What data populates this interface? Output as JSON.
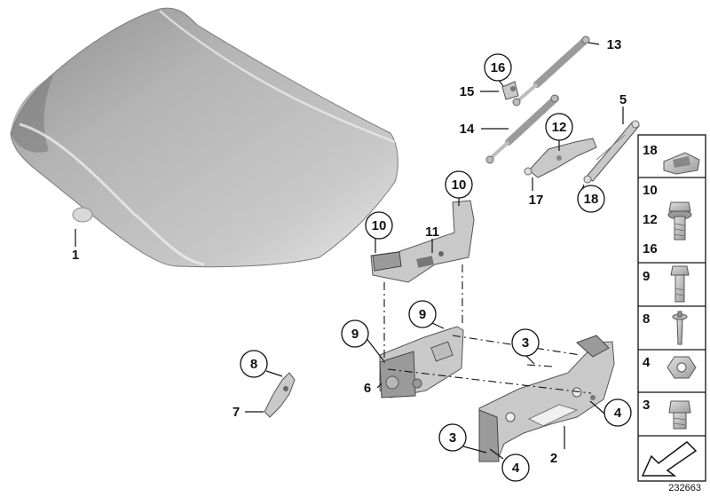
{
  "callouts": [
    {
      "id": "c1",
      "text": "1",
      "circled": false
    },
    {
      "id": "c2",
      "text": "2",
      "circled": false
    },
    {
      "id": "c3a",
      "text": "3",
      "circled": true
    },
    {
      "id": "c3b",
      "text": "3",
      "circled": true
    },
    {
      "id": "c4a",
      "text": "4",
      "circled": true
    },
    {
      "id": "c4b",
      "text": "4",
      "circled": true
    },
    {
      "id": "c5",
      "text": "5",
      "circled": false
    },
    {
      "id": "c6",
      "text": "6",
      "circled": false
    },
    {
      "id": "c7",
      "text": "7",
      "circled": false
    },
    {
      "id": "c8",
      "text": "8",
      "circled": true
    },
    {
      "id": "c9a",
      "text": "9",
      "circled": true
    },
    {
      "id": "c9b",
      "text": "9",
      "circled": true
    },
    {
      "id": "c10a",
      "text": "10",
      "circled": true
    },
    {
      "id": "c10b",
      "text": "10",
      "circled": true
    },
    {
      "id": "c11",
      "text": "11",
      "circled": false
    },
    {
      "id": "c12",
      "text": "12",
      "circled": true
    },
    {
      "id": "c13",
      "text": "13",
      "circled": false
    },
    {
      "id": "c14",
      "text": "14",
      "circled": false
    },
    {
      "id": "c15",
      "text": "15",
      "circled": false
    },
    {
      "id": "c16",
      "text": "16",
      "circled": true
    },
    {
      "id": "c17",
      "text": "17",
      "circled": false
    },
    {
      "id": "c18",
      "text": "18",
      "circled": true
    }
  ],
  "fastener_panel": {
    "cells": [
      {
        "labels": [
          "18"
        ],
        "icon": "speed-nut-clip-icon"
      },
      {
        "labels": [
          "10",
          "12",
          "16"
        ],
        "icon": "flange-bolt-icon"
      },
      {
        "labels": [
          "9"
        ],
        "icon": "hex-bolt-icon"
      },
      {
        "labels": [
          "8"
        ],
        "icon": "expansion-rivet-icon"
      },
      {
        "labels": [
          "4"
        ],
        "icon": "hex-nut-icon"
      },
      {
        "labels": [
          "3"
        ],
        "icon": "short-hex-bolt-icon"
      },
      {
        "labels": [],
        "icon": "direction-arrow-icon"
      }
    ]
  },
  "diagram_number": "232663"
}
